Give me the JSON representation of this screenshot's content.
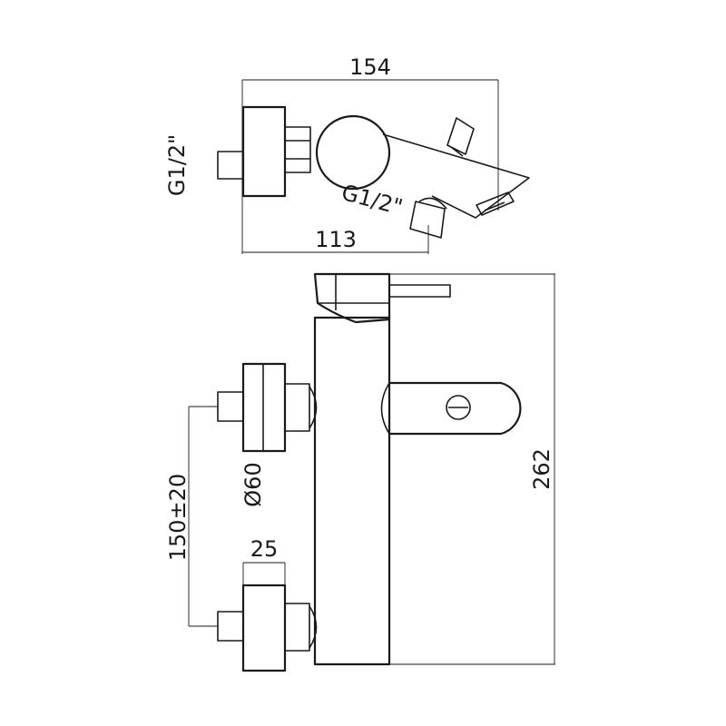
{
  "dimensions": {
    "top_width": "154",
    "top_inner_width": "113",
    "inlet_thread_left": "G1/2\"",
    "inlet_thread_spout": "G1/2\"",
    "total_height": "262",
    "inlet_spacing": "150±20",
    "flange_diameter": "Ø60",
    "flange_depth": "25"
  }
}
